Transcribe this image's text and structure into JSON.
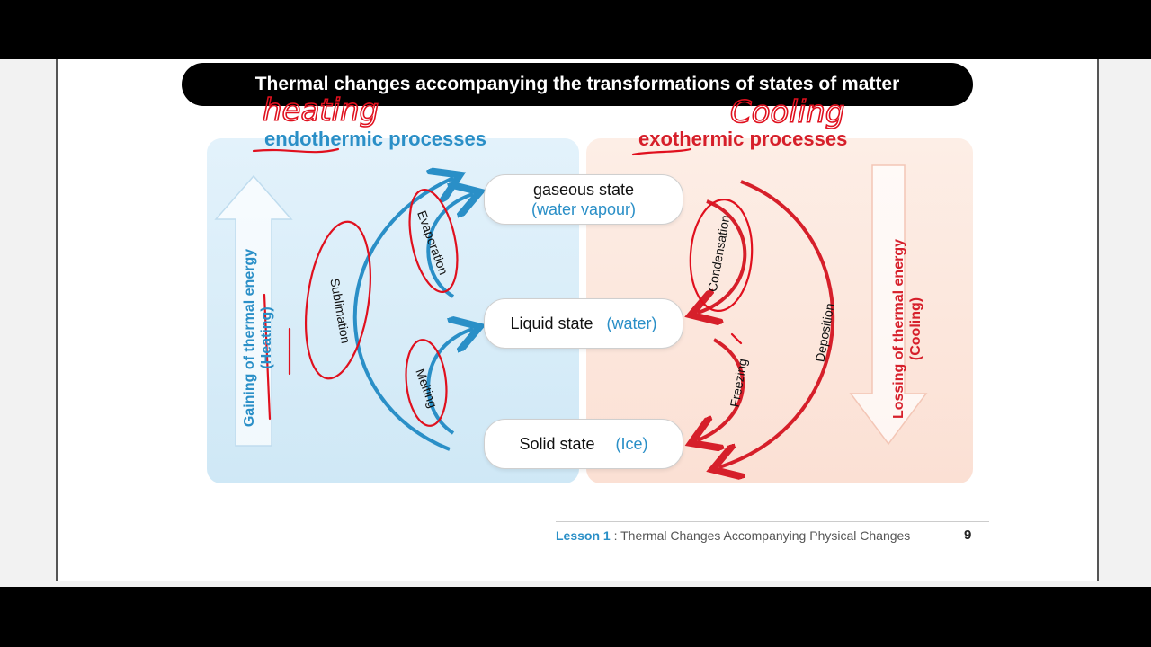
{
  "title": "Thermal changes accompanying the transformations of states of matter",
  "endo_heading": "endothermic processes",
  "exo_heading": "exothermic processes",
  "left_axis": {
    "line1": "Gaining of thermal energy",
    "line2": "(Heating)"
  },
  "right_axis": {
    "line1": "Lossing of thermal energy",
    "line2": "(Cooling)"
  },
  "states": {
    "gas": {
      "main": "gaseous state",
      "sub": "(water vapour)"
    },
    "liquid": {
      "main": "Liquid state",
      "sub": "(water)"
    },
    "solid": {
      "main": "Solid state",
      "sub": "(Ice)"
    }
  },
  "processes": {
    "sublimation": "Sublimation",
    "evaporation": "Evaporation",
    "melting": "Melting",
    "condensation": "Condensation",
    "deposition": "Deposition",
    "freezing": "Freezing"
  },
  "handwriting": {
    "heating": "heating",
    "cooling": "Cooling"
  },
  "footer": {
    "lesson": "Lesson 1",
    "sep": " : ",
    "topic": "Thermal Changes Accompanying Physical Changes",
    "page": "9"
  },
  "colors": {
    "blue": "#2a8fc7",
    "red": "#d61f2a",
    "ink": "#e0101e"
  }
}
